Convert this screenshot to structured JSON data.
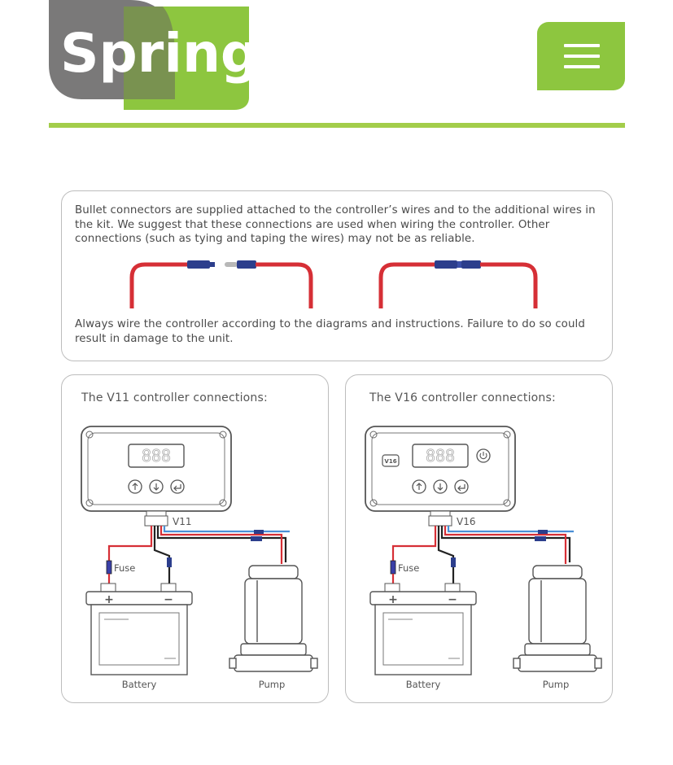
{
  "header": {
    "logo_text": "Spring",
    "menu_icon": "hamburger-menu-icon",
    "brand_green": "#8dc63f",
    "brand_grey": "#7a7979"
  },
  "content": {
    "intro_text": "Bullet connectors are supplied attached to the controller’s wires and to the additional wires in the kit. We suggest that these connections are used when wiring the controller. Other connections (such as tying and taping the wires) may not be as reliable.",
    "warning_text": "Always wire the controller according to the diagrams and instructions. Failure to do so could result in damage to the unit.",
    "v11": {
      "title": "The V11 controller connections:",
      "display_digits": "888",
      "model_label": "V11",
      "fuse_label": "Fuse",
      "plus": "+",
      "minus": "−",
      "battery_label": "Battery",
      "pump_label": "Pump"
    },
    "v16": {
      "title": "The V16 controller connections:",
      "display_digits": "888",
      "badge_label": "V16",
      "model_label": "V16",
      "fuse_label": "Fuse",
      "plus": "+",
      "minus": "−",
      "battery_label": "Battery",
      "pump_label": "Pump"
    }
  },
  "colors": {
    "wire_red": "#d62f36",
    "wire_blue": "#4a8fd6",
    "connector_blue": "#2c3e8c",
    "wire_black": "#222222"
  }
}
